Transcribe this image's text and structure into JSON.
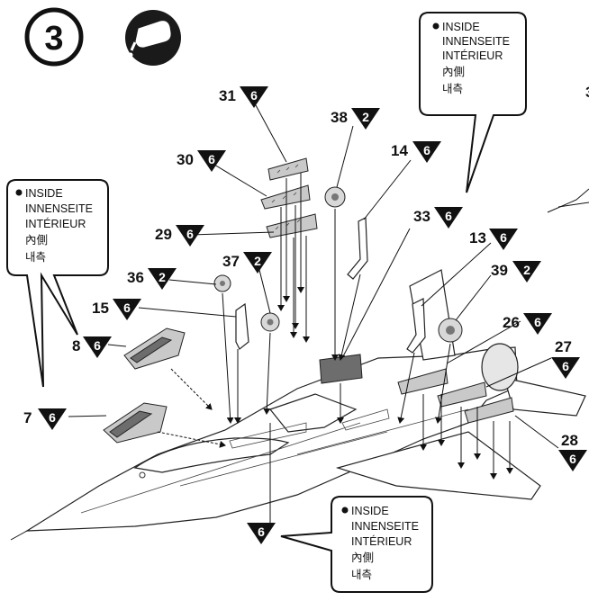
{
  "step": {
    "number": "3",
    "glue_icon": "cement-tube-icon"
  },
  "inside_label": {
    "en": "INSIDE",
    "de": "INNENSEITE",
    "fr": "INTÉRIEUR",
    "ja": "內側",
    "ko": "내측"
  },
  "color_codes": {
    "six": "6",
    "two": "2"
  },
  "parts": {
    "p31": "31",
    "p38": "38",
    "p30": "30",
    "p14": "14",
    "p33": "33",
    "p29": "29",
    "p13": "13",
    "p37": "37",
    "p36": "36",
    "p39": "39",
    "p15": "15",
    "p26": "26",
    "p27": "27",
    "p8": "8",
    "p7": "7",
    "p28": "28"
  },
  "edge_fragment": "3",
  "colors": {
    "ink": "#111111",
    "part_gray": "#c9c9c9",
    "dark_gray": "#6d6d6d",
    "paper": "#ffffff"
  }
}
